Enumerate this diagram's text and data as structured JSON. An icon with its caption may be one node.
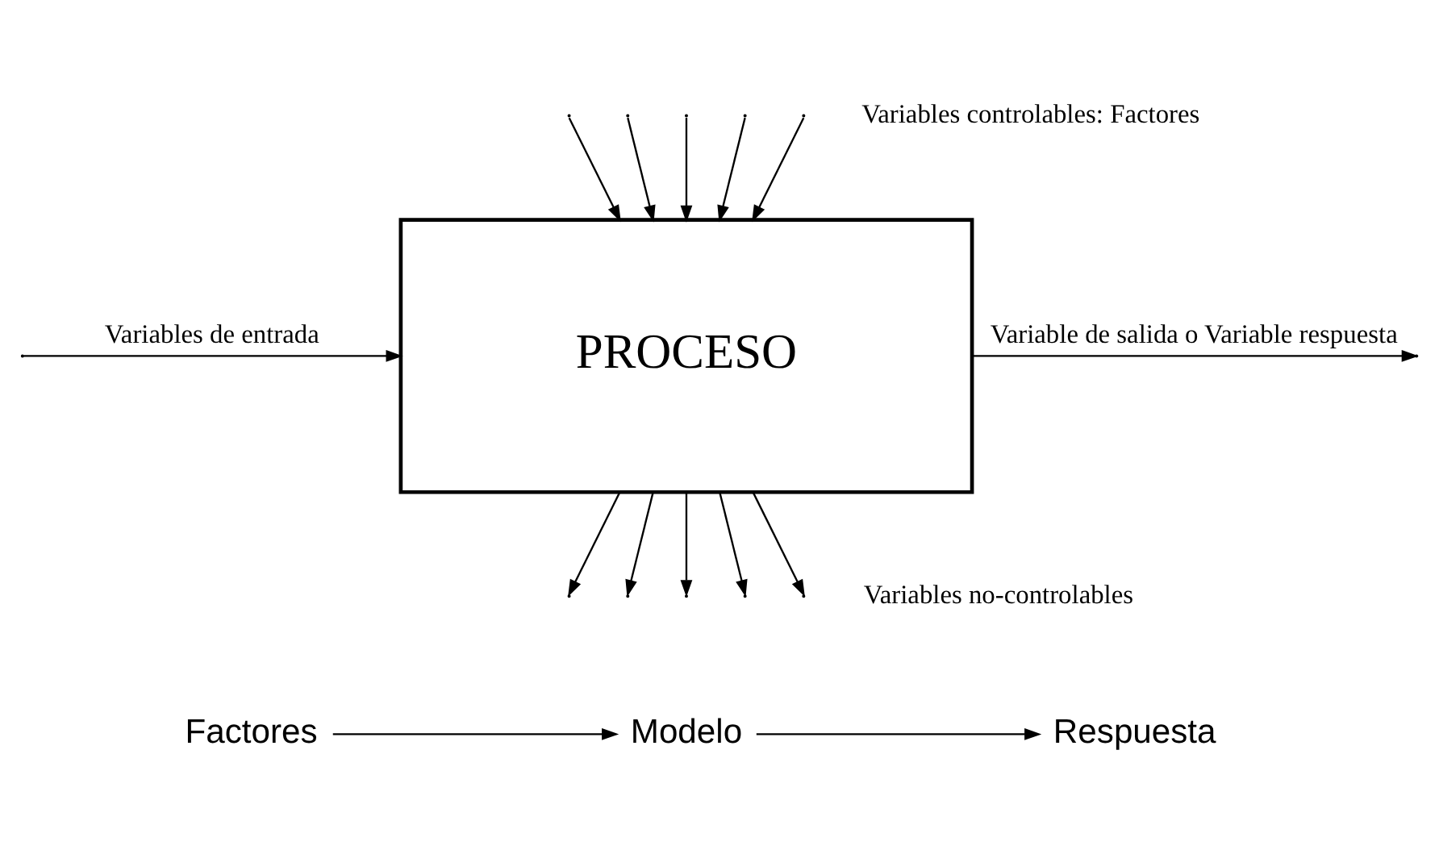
{
  "diagram": {
    "nodes": [
      {
        "text": [
          "PROCESO"
        ]
      },
      {
        "text": [
          "Factores"
        ]
      },
      {
        "text": [
          "Modelo"
        ]
      },
      {
        "text": [
          "Respuesta"
        ]
      }
    ],
    "edges": [
      {
        "from": 0,
        "to": null,
        "arrow": "to",
        "label": "Variable de salida o Variable respuesta"
      },
      {
        "from": null,
        "to": 0,
        "arrow": "to",
        "label": "Variables de entrada"
      },
      {
        "from": null,
        "to": 0,
        "arrow": "to"
      },
      {
        "from": null,
        "to": 0,
        "arrow": "to"
      },
      {
        "from": 0,
        "to": null,
        "arrow": "to"
      },
      {
        "from": 0,
        "to": null,
        "arrow": "to"
      },
      {
        "from": null,
        "to": 0,
        "arrow": "to"
      },
      {
        "from": null,
        "to": 0,
        "arrow": "to"
      },
      {
        "from": 0,
        "to": null,
        "arrow": "to"
      },
      {
        "from": 0,
        "to": null,
        "arrow": "to"
      },
      {
        "from": null,
        "to": 0,
        "arrow": "to"
      },
      {
        "from": 0,
        "to": null,
        "arrow": "to"
      },
      {
        "from": 1,
        "to": 2,
        "arrow": "to"
      },
      {
        "from": 2,
        "to": 3,
        "arrow": "to"
      }
    ],
    "labels": [
      "Variables controlables: Factores",
      "Variables no-controlables"
    ]
  }
}
